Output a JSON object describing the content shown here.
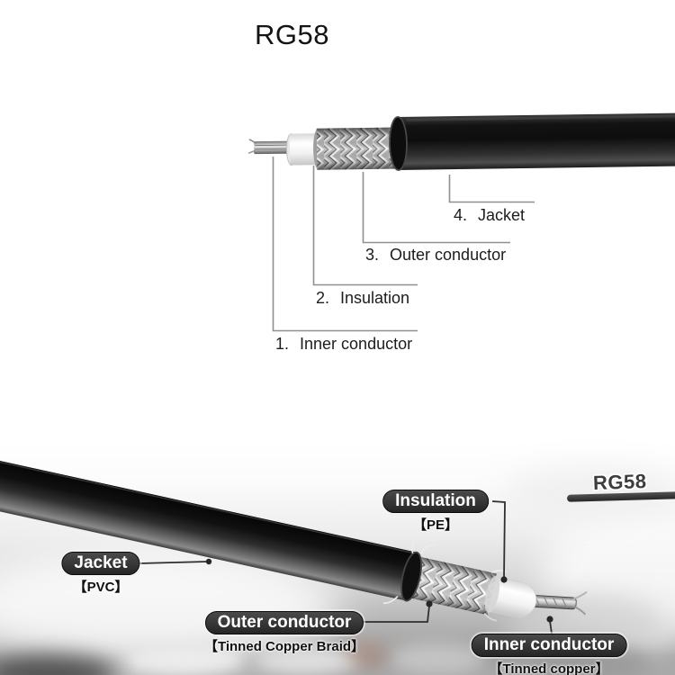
{
  "page": {
    "title": "RG58"
  },
  "top_diagram": {
    "callouts": [
      {
        "num": "1.",
        "label": "Inner conductor"
      },
      {
        "num": "2.",
        "label": "Insulation"
      },
      {
        "num": "3.",
        "label": "Outer conductor"
      },
      {
        "num": "4.",
        "label": "Jacket"
      }
    ]
  },
  "bottom_diagram": {
    "brand_label": "RG58",
    "callouts": [
      {
        "name": "Jacket",
        "material": "【PVC】"
      },
      {
        "name": "Insulation",
        "material": "【PE】"
      },
      {
        "name": "Outer conductor",
        "material": "【Tinned Copper Braid】"
      },
      {
        "name": "Inner conductor",
        "material": "【Tinned copper】"
      }
    ]
  },
  "colors": {
    "jacket_black": "#141414",
    "braid_silver": "#d9d9d9",
    "insulation_white": "#f7f7f7",
    "leader_gray": "#8f8f8f",
    "pill_background": "#2e2e2e",
    "pill_text": "#ffffff",
    "label_text": "#1c1c1c"
  }
}
